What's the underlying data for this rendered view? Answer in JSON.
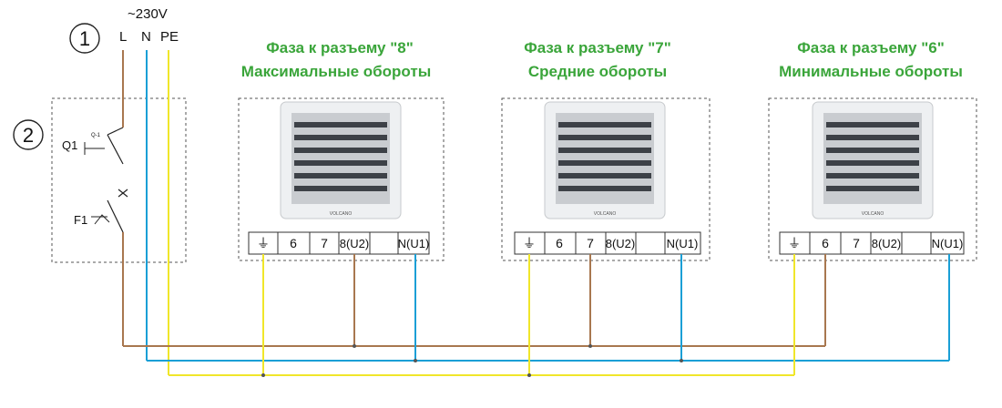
{
  "supply": {
    "voltage": "~230V",
    "terminals": [
      "L",
      "N",
      "PE"
    ],
    "marker_1": "1",
    "marker_2": "2",
    "q1_label": "Q1",
    "f1_label": "F1",
    "q1_small": "Q-1"
  },
  "heaters": [
    {
      "line1": "Фаза к разъему \"8\"",
      "line2": "Максимальные обороты",
      "phase_terminal": "8(U2)",
      "brand": "VOLCANO"
    },
    {
      "line1": "Фаза к разъему \"7\"",
      "line2": "Средние обороты",
      "phase_terminal": "7",
      "brand": "VOLCANO"
    },
    {
      "line1": "Фаза к разъему \"6\"",
      "line2": "Минимальные обороты",
      "phase_terminal": "6",
      "brand": "VOLCANO"
    }
  ],
  "terminal_strip": [
    "⏚",
    "6",
    "7",
    "8(U2)",
    "",
    "N(U1)"
  ],
  "colors": {
    "phase": "#a8774f",
    "neutral": "#1a9fd6",
    "earth": "#f0e62a",
    "title": "#3aa53a"
  }
}
